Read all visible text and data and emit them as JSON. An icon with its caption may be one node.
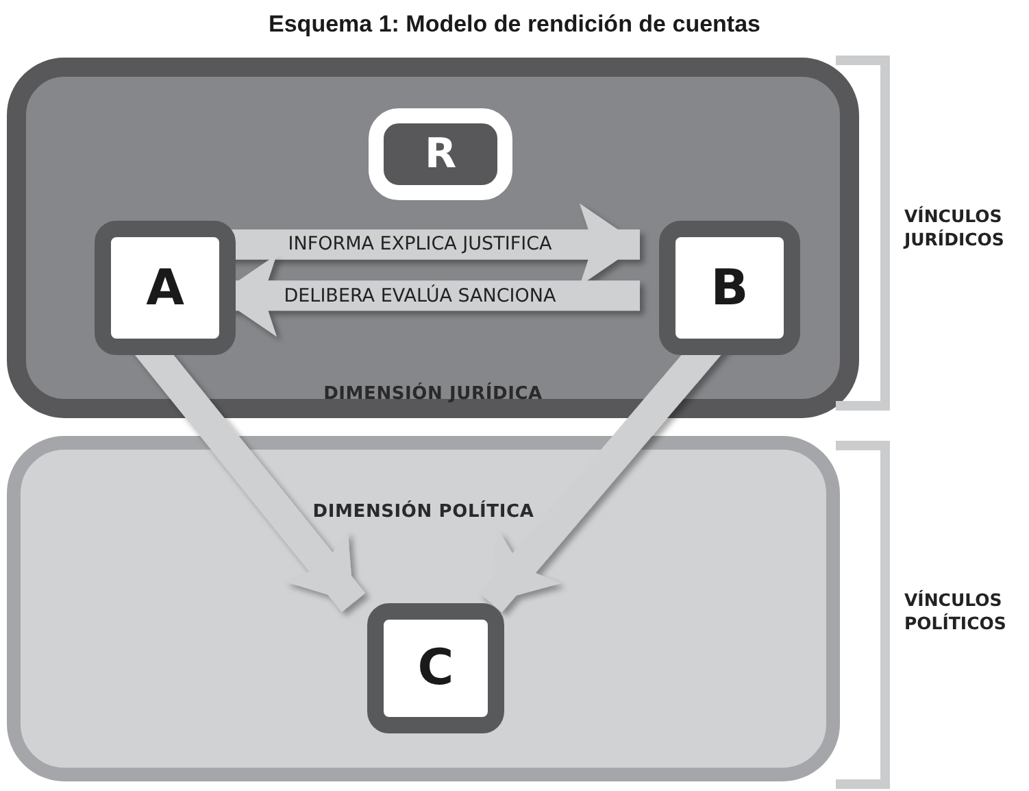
{
  "diagram": {
    "title": "Esquema 1: Modelo de rendición de cuentas",
    "nodes": [
      {
        "text": [
          "DIMENSIÓN JURÍDICA"
        ]
      },
      {
        "text": [
          "R"
        ],
        "in": 0
      },
      {
        "text": [
          "A"
        ],
        "in": 0
      },
      {
        "text": [
          "B"
        ],
        "in": 0
      },
      {
        "text": [
          "DIMENSIÓN POLÍTICA"
        ]
      },
      {
        "text": [
          "C"
        ],
        "in": 4
      }
    ],
    "edges": [
      {
        "from": 2,
        "to": 3,
        "arrow": "to",
        "label": "INFORMA EXPLICA JUSTIFICA"
      },
      {
        "from": 3,
        "to": 2,
        "arrow": "to",
        "label": "DELIBERA EVALÚA SANCIONA"
      },
      {
        "from": 2,
        "to": 5,
        "arrow": "to"
      },
      {
        "from": 3,
        "to": 5,
        "arrow": "to"
      }
    ],
    "labels": [
      "VÍNCULOS JURÍDICOS",
      "VÍNCULOS POLÍTICOS"
    ]
  }
}
